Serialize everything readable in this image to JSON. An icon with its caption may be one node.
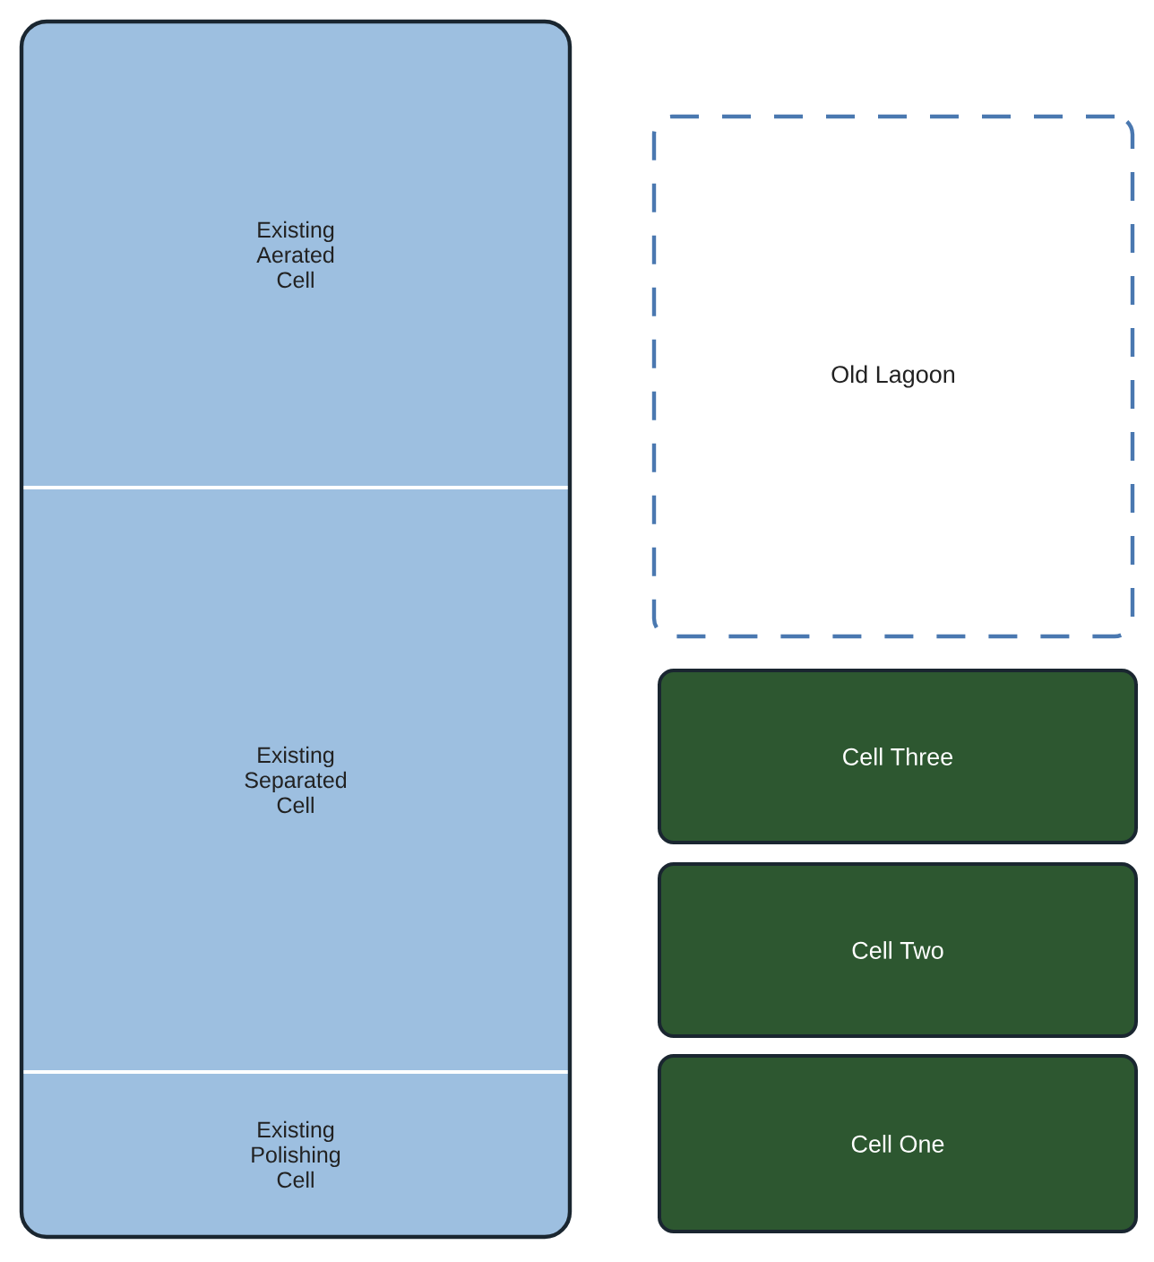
{
  "diagram": {
    "nodes": [
      {
        "text": [],
        "shape": "box"
      },
      {
        "text": [
          "Existing Aerated Cell"
        ],
        "in": 0
      },
      {
        "text": [
          "Existing Separated Cell"
        ],
        "in": 0
      },
      {
        "text": [
          "Existing Polishing Cell"
        ],
        "in": 0
      },
      {
        "text": [
          "Old Lagoon"
        ]
      },
      {
        "text": [
          "Cell Three"
        ]
      },
      {
        "text": [
          "Cell Two"
        ]
      },
      {
        "text": [
          "Cell One"
        ]
      }
    ]
  }
}
